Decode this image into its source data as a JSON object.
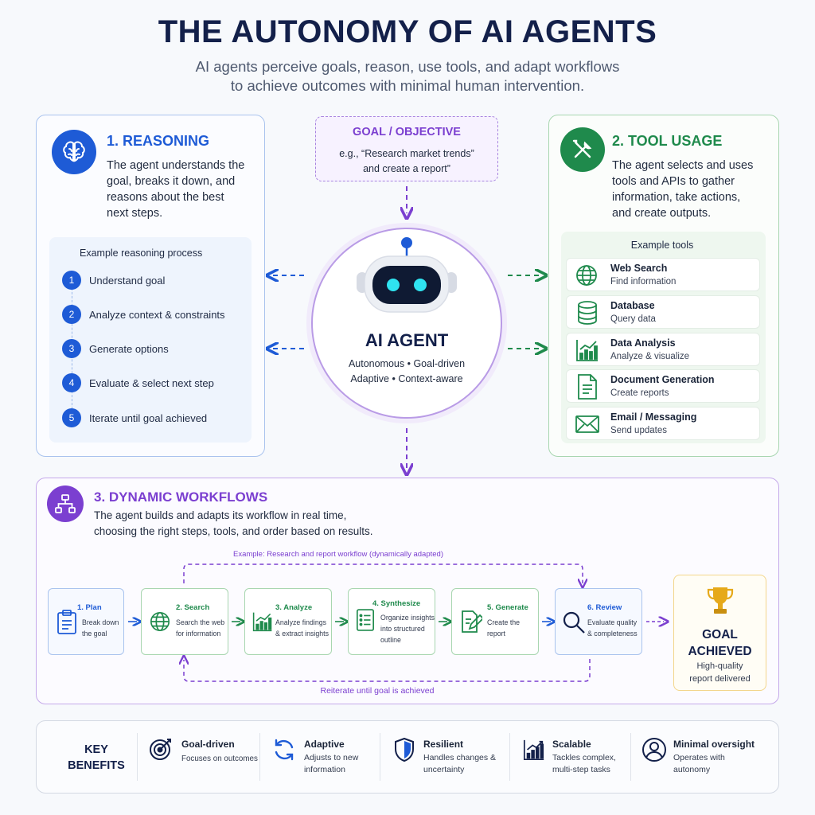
{
  "header": {
    "title": "THE AUTONOMY OF AI AGENTS",
    "subtitle_line1": "AI agents perceive goals, reason, use tools, and adapt workflows",
    "subtitle_line2": "to achieve outcomes with minimal human intervention."
  },
  "goal": {
    "title": "GOAL / OBJECTIVE",
    "line1": "e.g., “Research market trends”",
    "line2": "and create a report”"
  },
  "agent": {
    "name": "AI AGENT",
    "line1": "Autonomous • Goal-driven",
    "line2": "Adaptive • Context-aware"
  },
  "reasoning": {
    "title": "1. REASONING",
    "desc": [
      "The agent understands the",
      "goal, breaks it down, and",
      "reasons about the best",
      "next steps."
    ],
    "example_title": "Example reasoning process",
    "steps": [
      {
        "num": "1",
        "text": "Understand goal"
      },
      {
        "num": "2",
        "text": "Analyze context & constraints"
      },
      {
        "num": "3",
        "text": "Generate options"
      },
      {
        "num": "4",
        "text": "Evaluate & select next step"
      },
      {
        "num": "5",
        "text": "Iterate until goal achieved"
      }
    ]
  },
  "tools": {
    "title": "2. TOOL USAGE",
    "desc": [
      "The agent selects and uses",
      "tools and APIs to gather",
      "information, take actions,",
      "and create outputs."
    ],
    "example_title": "Example tools",
    "items": [
      {
        "name": "Web Search",
        "desc": "Find information",
        "icon": "globe-icon"
      },
      {
        "name": "Database",
        "desc": "Query data",
        "icon": "database-icon"
      },
      {
        "name": "Data Analysis",
        "desc": "Analyze & visualize",
        "icon": "chart-icon"
      },
      {
        "name": "Document Generation",
        "desc": "Create reports",
        "icon": "document-icon"
      },
      {
        "name": "Email / Messaging",
        "desc": "Send updates",
        "icon": "envelope-icon"
      }
    ]
  },
  "workflows": {
    "title": "3. DYNAMIC WORKFLOWS",
    "desc": [
      "The agent builds and adapts its workflow in real time,",
      "choosing the right steps, tools, and order based on results."
    ],
    "example_label": "Example: Research and report workflow (dynamically adapted)",
    "loop_label": "Reiterate until goal is achieved",
    "steps": [
      {
        "title": "1. Plan",
        "desc": [
          "Break down",
          "the goal"
        ]
      },
      {
        "title": "2. Search",
        "desc": [
          "Search the web",
          "for information"
        ]
      },
      {
        "title": "3. Analyze",
        "desc": [
          "Analyze findings",
          "& extract insights"
        ]
      },
      {
        "title": "4. Synthesize",
        "desc": [
          "Organize insights",
          "into structured",
          "outline"
        ]
      },
      {
        "title": "5. Generate",
        "desc": [
          "Create the",
          "report"
        ]
      },
      {
        "title": "6. Review",
        "desc": [
          "Evaluate quality",
          "& completeness"
        ]
      }
    ],
    "goal_title": [
      "GOAL",
      "ACHIEVED"
    ],
    "goal_desc": [
      "High-quality",
      "report delivered"
    ]
  },
  "benefits": {
    "label": [
      "KEY",
      "BENEFITS"
    ],
    "items": [
      {
        "title": "Goal-driven",
        "desc": [
          "Focuses on outcomes"
        ],
        "icon": "target-icon"
      },
      {
        "title": "Adaptive",
        "desc": [
          "Adjusts to new",
          "information"
        ],
        "icon": "refresh-icon"
      },
      {
        "title": "Resilient",
        "desc": [
          "Handles changes &",
          "uncertainty"
        ],
        "icon": "shield-icon"
      },
      {
        "title": "Scalable",
        "desc": [
          "Tackles complex,",
          "multi-step tasks"
        ],
        "icon": "growth-chart-icon"
      },
      {
        "title": "Minimal oversight",
        "desc": [
          "Operates with",
          "autonomy"
        ],
        "icon": "user-icon"
      }
    ]
  },
  "colors": {
    "blue": "#1e5bd6",
    "green": "#1f8a4c",
    "purple": "#7b3fd0",
    "gold": "#e6a91a",
    "navy": "#13204a"
  }
}
